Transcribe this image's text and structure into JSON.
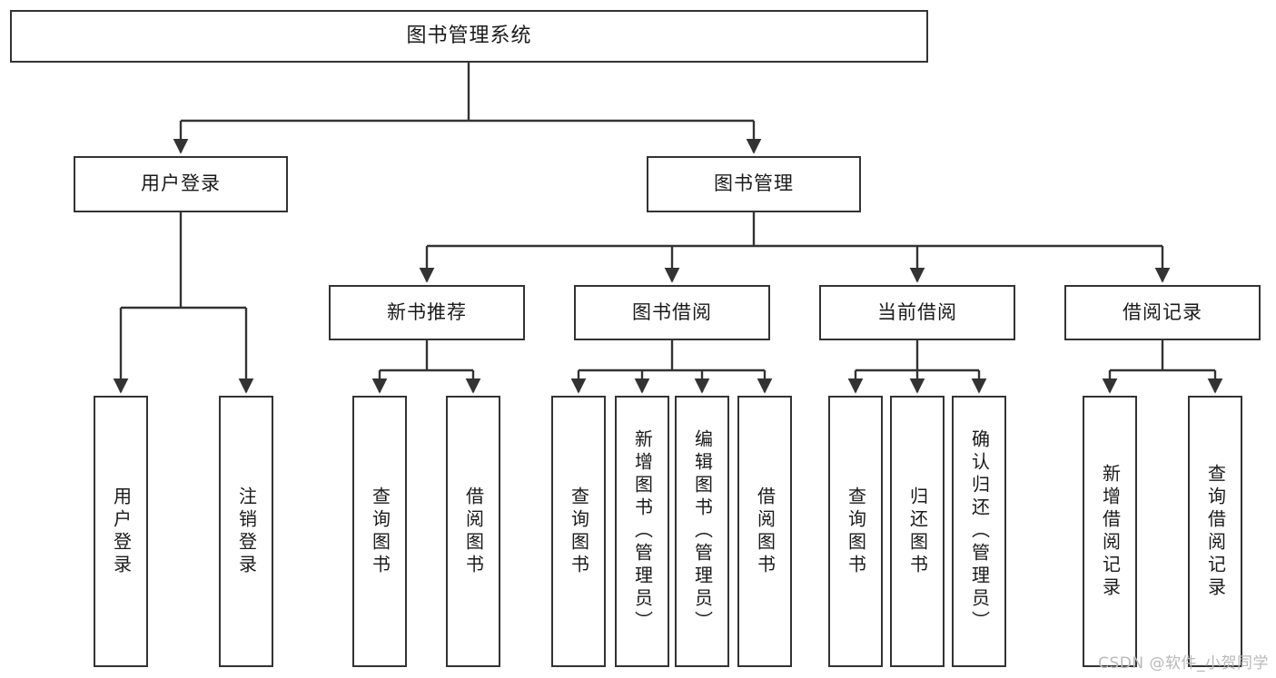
{
  "diagram": {
    "title": "图书管理系统",
    "type": "tree",
    "watermark": "CSDN @软件_小贺同学",
    "colors": {
      "box_border": "#333333",
      "box_fill": "#ffffff",
      "edge": "#333333",
      "text": "#1a1a1a",
      "watermark": "#b9b9b9",
      "background": "#ffffff"
    },
    "nodes": {
      "root": {
        "label": "图书管理系统"
      },
      "level1": [
        {
          "label": "用户登录"
        },
        {
          "label": "图书管理"
        }
      ],
      "level2": [
        {
          "label": "新书推荐"
        },
        {
          "label": "图书借阅"
        },
        {
          "label": "当前借阅"
        },
        {
          "label": "借阅记录"
        }
      ],
      "leaves": {
        "user_login": [
          {
            "label": "用户登录"
          },
          {
            "label": "注销登录"
          }
        ],
        "new_book_recommend": [
          {
            "label": "查询图书"
          },
          {
            "label": "借阅图书"
          }
        ],
        "book_borrow": [
          {
            "label": "查询图书"
          },
          {
            "label": "新增图书（管理员）"
          },
          {
            "label": "编辑图书（管理员）"
          },
          {
            "label": "借阅图书"
          }
        ],
        "current_borrow": [
          {
            "label": "查询图书"
          },
          {
            "label": "归还图书"
          },
          {
            "label": "确认归还（管理员）"
          }
        ],
        "borrow_record": [
          {
            "label": "新增借阅记录"
          },
          {
            "label": "查询借阅记录"
          }
        ]
      }
    }
  }
}
